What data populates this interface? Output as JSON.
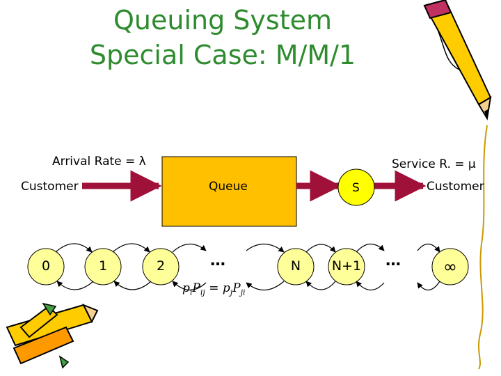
{
  "title": {
    "line1": "Queuing System",
    "line2": "Special Case: M/M/1"
  },
  "diagram": {
    "arrival_label": "Arrival Rate = λ",
    "service_label": "Service R. = μ",
    "customer_in": "Customer",
    "customer_out": "Customer",
    "queue_label": "Queue",
    "server_label": "S"
  },
  "states": [
    "0",
    "1",
    "2",
    "N",
    "N+1",
    "∞"
  ],
  "ellipses": [
    "…",
    "…"
  ],
  "formula": {
    "left_p": "p",
    "left_i": "i",
    "left_P": "P",
    "left_ij": "ij",
    "eq": "=",
    "right_p": "p",
    "right_j": "j",
    "right_P": "P",
    "right_ji": "ji"
  },
  "colors": {
    "title": "#2e8b2e",
    "arrow": "#a0113a",
    "queue_fill": "#ffc000",
    "state_fill": "#ffff99",
    "server_fill": "#ffff00"
  },
  "icons": [
    "pencil-icon-top-right",
    "pencils-icon-bottom-left",
    "swirl-decoration"
  ]
}
